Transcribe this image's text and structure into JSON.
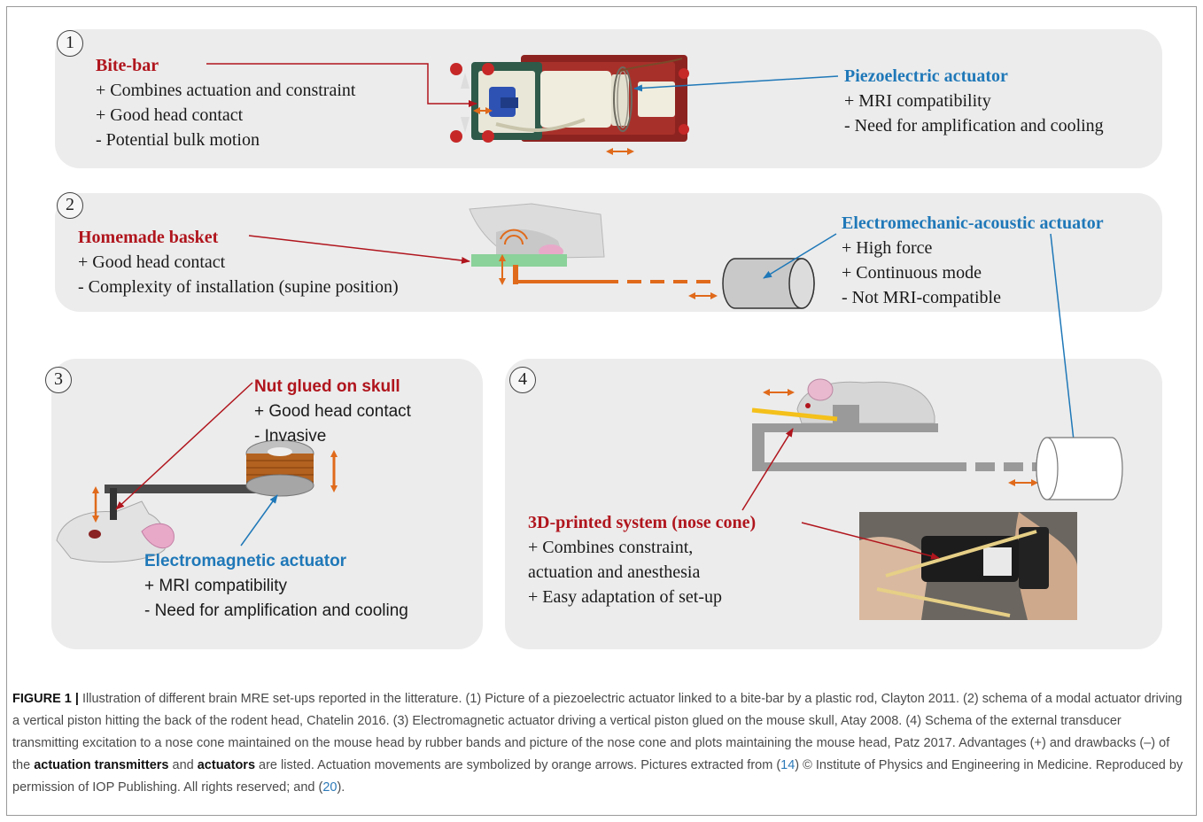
{
  "colors": {
    "panel": "#ececec",
    "red": "#b0151d",
    "blue": "#1f78b8",
    "orange": "#e06a1b",
    "grey_part": "#9a9a9a"
  },
  "panels": [
    {
      "number": "1",
      "left": {
        "title": "Bite-bar",
        "lines": [
          "+ Combines actuation and constraint",
          "+ Good head contact",
          "- Potential bulk motion"
        ]
      },
      "right": {
        "title": "Piezoelectric actuator",
        "lines": [
          "+ MRI compatibility",
          "- Need for amplification and cooling"
        ]
      }
    },
    {
      "number": "2",
      "left": {
        "title": "Homemade basket",
        "lines": [
          "+ Good head contact",
          "- Complexity of installation (supine position)"
        ]
      },
      "right": {
        "title": "Electromechanic-acoustic actuator",
        "lines": [
          "+ High force",
          "+ Continuous mode",
          "- Not MRI-compatible"
        ]
      }
    },
    {
      "number": "3",
      "top": {
        "title": "Nut glued on skull",
        "lines": [
          "+ Good head contact",
          "- Invasive"
        ]
      },
      "bottom": {
        "title": "Electromagnetic actuator",
        "lines": [
          "+ MRI compatibility",
          "- Need for amplification and cooling"
        ]
      }
    },
    {
      "number": "4",
      "main": {
        "title": "3D-printed system (nose cone)",
        "lines": [
          "+ Combines constraint,",
          "actuation and anesthesia",
          "+ Easy adaptation of set-up"
        ]
      }
    }
  ],
  "caption": {
    "label": "FIGURE 1 |",
    "part1": " Illustration of different brain MRE set-ups reported in the litterature. (1) Picture of a piezoelectric actuator linked to a bite-bar by a plastic rod, Clayton 2011. (2) schema of a modal actuator driving a vertical piston hitting the back of the rodent head, Chatelin 2016. (3) Electromagnetic actuator driving a vertical piston glued on the mouse skull, Atay 2008. (4) Schema of the external transducer transmitting excitation to a nose cone maintained on the mouse head by rubber bands and picture of the nose cone and plots maintaining the mouse head, Patz 2017. Advantages (+) and drawbacks (–) of the ",
    "bold1": "actuation transmitters",
    "part2": " and ",
    "bold2": "actuators",
    "part3": " are listed. Actuation movements are symbolized by orange arrows. Pictures extracted from (",
    "ref1": "14",
    "part4": ") © Institute of Physics and Engineering in Medicine. Reproduced by permission of IOP Publishing. All rights reserved; and (",
    "ref2": "20",
    "part5": ")."
  }
}
